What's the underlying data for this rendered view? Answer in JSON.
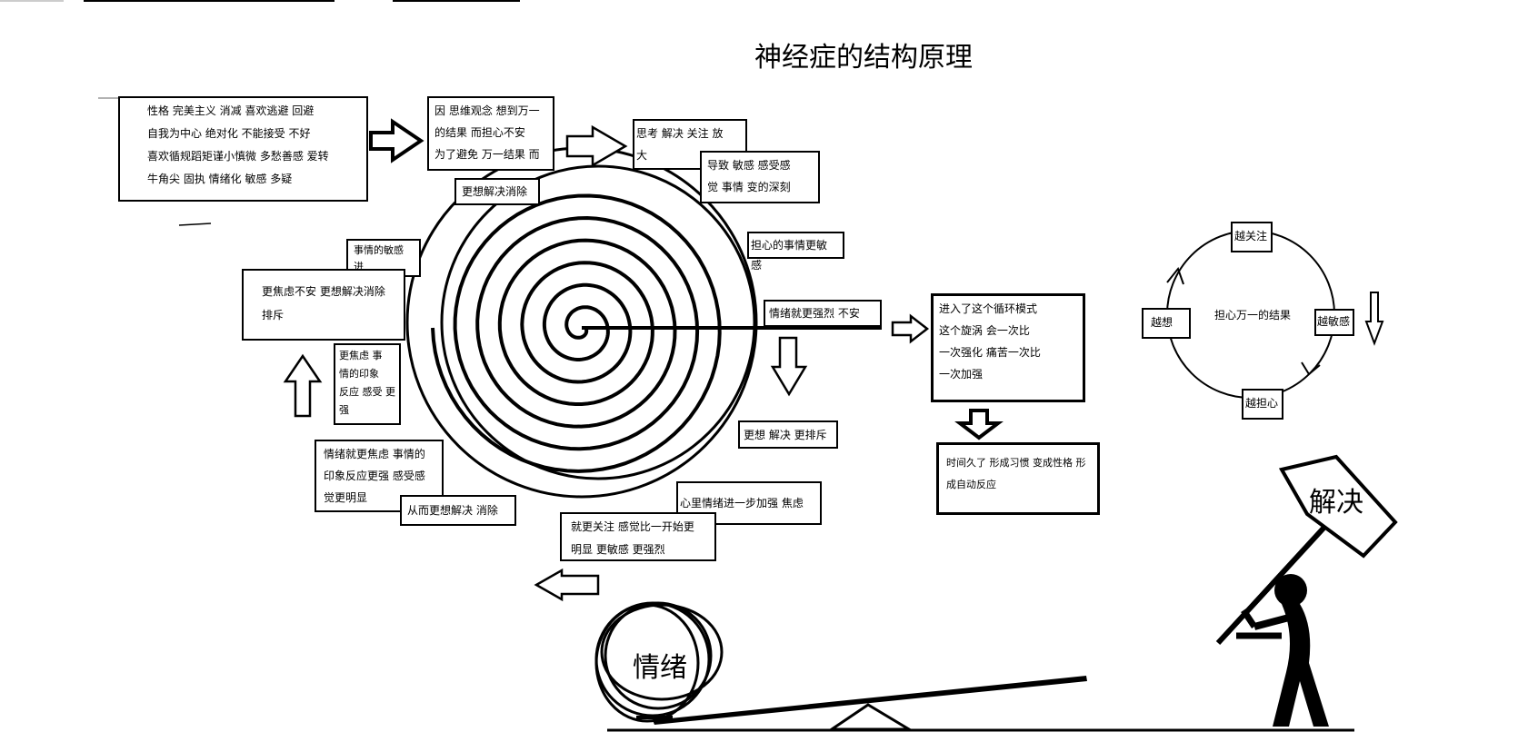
{
  "title": "神经症的结构原理",
  "boxes": {
    "personality": "性格 完美主义 消减   喜欢逃避  回避\n自我为中心    绝对化    不能接受 不好\n喜欢循规蹈矩谨小慎微  多愁善感   爱转\n牛角尖  固执     情绪化     敏感  多疑",
    "cause": "因 思维观念 想到万一\n的结果 而担心不安\n为了避免 万一结果 而",
    "think": "思考 解决   关注  放\n大",
    "sensitive": "导致 敏感     感受感\n觉 事情 变的深刻",
    "more_solve": "更想解决消除",
    "heart_sensitive": "担心的事情更敏感",
    "event_sensitive": "事情的敏感 进\n一步加强",
    "more_anxious": "更焦虑不安  更想解决消除\n排斥",
    "anxious_impression": "更焦虑   事\n情的印象\n反应  感受 更\n强",
    "emotion_stronger": "情绪就更强烈  不安",
    "cycle_mode": "进入了这个循环模式\n这个旋涡   会一次比\n一次强化 痛苦一次比\n一次加强",
    "more_reject": "更想  解决   更排斥",
    "habit": "时间久了 形成习惯  变成性格 形\n成自动反应",
    "emotion_anxious": "情绪就更焦虑  事情的\n印象反应更强 感受感\n觉更明显",
    "then_solve": "从而更想解决  消除",
    "heart_emotion": "心里情绪进一步加强  焦虑",
    "more_focus": "就更关注  感觉比一开始更\n明显 更敏感   更强烈"
  },
  "cycle": {
    "center": "担心万一的结果",
    "top": "越关注",
    "right": "越敏感",
    "bottom": "越担心",
    "left": "越想"
  },
  "emotion_label": "情绪",
  "solve_flag": "解决"
}
